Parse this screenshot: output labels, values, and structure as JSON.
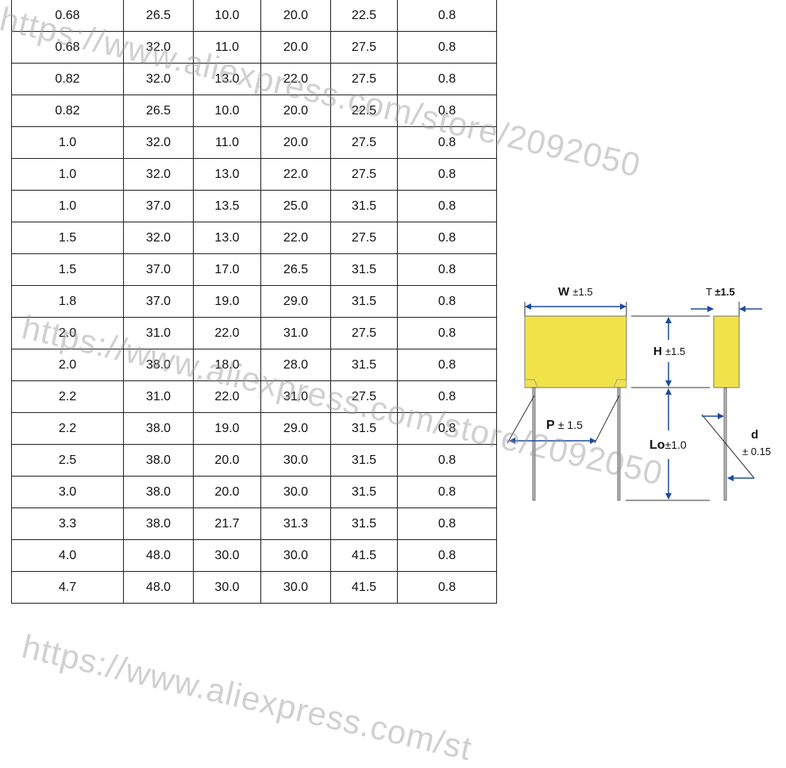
{
  "table": {
    "rows": [
      [
        "0.68",
        "26.5",
        "10.0",
        "20.0",
        "22.5",
        "0.8"
      ],
      [
        "0.68",
        "32.0",
        "11.0",
        "20.0",
        "27.5",
        "0.8"
      ],
      [
        "0.82",
        "32.0",
        "13.0",
        "22.0",
        "27.5",
        "0.8"
      ],
      [
        "0.82",
        "26.5",
        "10.0",
        "20.0",
        "22.5",
        "0.8"
      ],
      [
        "1.0",
        "32.0",
        "11.0",
        "20.0",
        "27.5",
        "0.8"
      ],
      [
        "1.0",
        "32.0",
        "13.0",
        "22.0",
        "27.5",
        "0.8"
      ],
      [
        "1.0",
        "37.0",
        "13.5",
        "25.0",
        "31.5",
        "0.8"
      ],
      [
        "1.5",
        "32.0",
        "13.0",
        "22.0",
        "27.5",
        "0.8"
      ],
      [
        "1.5",
        "37.0",
        "17.0",
        "26.5",
        "31.5",
        "0.8"
      ],
      [
        "1.8",
        "37.0",
        "19.0",
        "29.0",
        "31.5",
        "0.8"
      ],
      [
        "2.0",
        "31.0",
        "22.0",
        "31.0",
        "27.5",
        "0.8"
      ],
      [
        "2.0",
        "38.0",
        "18.0",
        "28.0",
        "31.5",
        "0.8"
      ],
      [
        "2.2",
        "31.0",
        "22.0",
        "31.0",
        "27.5",
        "0.8"
      ],
      [
        "2.2",
        "38.0",
        "19.0",
        "29.0",
        "31.5",
        "0.8"
      ],
      [
        "2.5",
        "38.0",
        "20.0",
        "30.0",
        "31.5",
        "0.8"
      ],
      [
        "3.0",
        "38.0",
        "20.0",
        "30.0",
        "31.5",
        "0.8"
      ],
      [
        "3.3",
        "38.0",
        "21.7",
        "31.3",
        "31.5",
        "0.8"
      ],
      [
        "4.0",
        "48.0",
        "30.0",
        "30.0",
        "41.5",
        "0.8"
      ],
      [
        "4.7",
        "48.0",
        "30.0",
        "30.0",
        "41.5",
        "0.8"
      ]
    ]
  },
  "diagram": {
    "w_label": "W",
    "w_tol": "±1.5",
    "t_label": "T",
    "t_tol": "±1.5",
    "h_label": "H",
    "h_tol": "±1.5",
    "p_label": "P",
    "p_tol": "± 1.5",
    "lo_label": "Lo",
    "lo_tol": "±1.0",
    "d_label": "d",
    "d_tol": "± 0.15",
    "body_color": "#f2e34a",
    "arrow_color": "#1e4aa0"
  },
  "watermark": {
    "text": "https://www.aliexpress.com/store/2092050",
    "text_short": "https://www.aliexpress.com/st"
  }
}
